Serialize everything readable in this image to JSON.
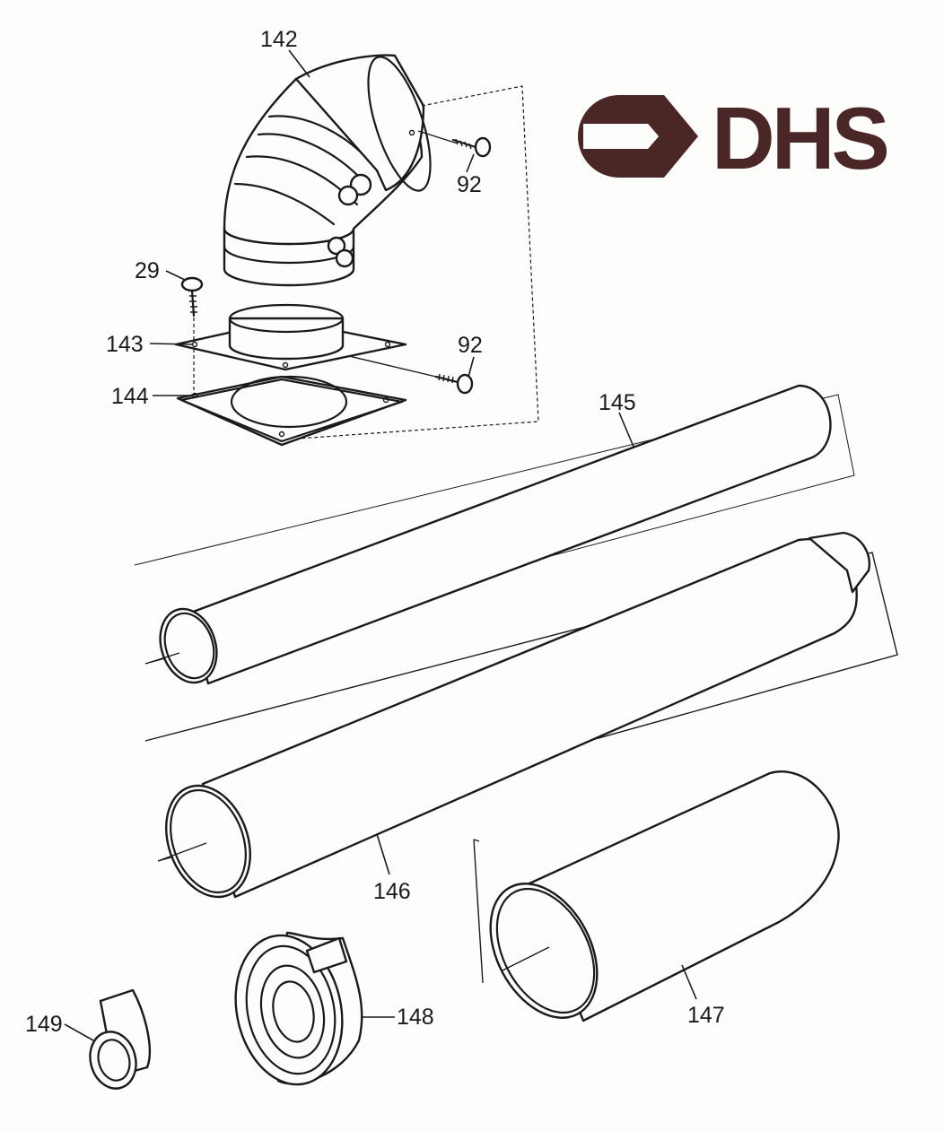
{
  "brand": {
    "name": "DHS",
    "color": "#4a2626"
  },
  "callouts": {
    "p142": "142",
    "p92a": "92",
    "p29": "29",
    "p143": "143",
    "p92b": "92",
    "p144": "144",
    "p145": "145",
    "p146": "146",
    "p147": "147",
    "p148": "148",
    "p149": "149"
  }
}
